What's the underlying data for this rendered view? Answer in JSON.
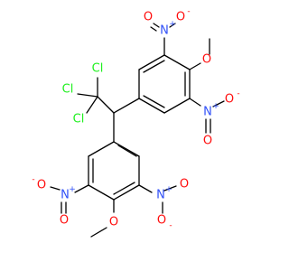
{
  "colors": {
    "carbon": "#000000",
    "oxygen": "#ff0d0d",
    "nitrogen": "#3050f8",
    "chlorine": "#1ff01f"
  },
  "labels": {
    "no2_top_O": "O",
    "no2_top_N": "N",
    "no2_top_Om": "O",
    "no2_top_charge_plus": "+",
    "no2_top_charge_minus": "-",
    "ome_top_O": "O",
    "no2_right_O1": "O",
    "no2_right_N": "N",
    "no2_right_O2": "O",
    "no2_right_charge_plus": "+",
    "no2_right_charge_minus": "-",
    "cl_top": "Cl",
    "cl_left": "Cl",
    "cl_bottom": "Cl",
    "no2_bl_O": "O",
    "no2_bl_N": "N",
    "no2_bl_O2": "O",
    "no2_bl_charge_plus": "+",
    "no2_bl_charge_minus": "-",
    "no2_br_O": "O",
    "no2_br_N": "N",
    "no2_br_O2": "O",
    "no2_br_charge_plus": "+",
    "no2_br_charge_minus": "-",
    "ome_bottom_O": "O"
  }
}
